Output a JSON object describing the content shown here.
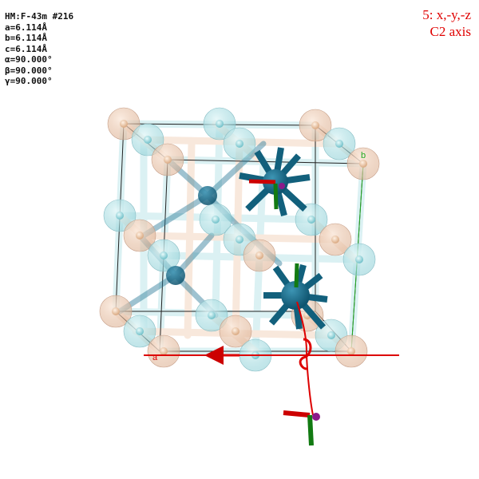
{
  "cell_info": {
    "spacegroup": "HM:F-43m #216",
    "a": "a=6.114Å",
    "b": "b=6.114Å",
    "c": "c=6.114Å",
    "alpha": "α=90.000°",
    "beta": "β=90.000°",
    "gamma": "γ=90.000°"
  },
  "symmetry_op": {
    "operation": "5: x,-y,-z",
    "element": "C2 axis"
  },
  "axis_labels": {
    "a": "a",
    "b": "b"
  },
  "colors": {
    "background": "#ffffff",
    "text": "#111111",
    "symop_text": "#e00000",
    "cell_edge": "#222222",
    "a_axis": "#cc0000",
    "b_axis": "#22aa22",
    "atom_dark_teal": "#1a6a86",
    "atom_light_teal": "#9fd8de",
    "atom_peach": "#f1c8a8",
    "rotation_axis": "#e00000",
    "marker_green": "#127a12",
    "marker_purple": "#8a1a8a"
  }
}
